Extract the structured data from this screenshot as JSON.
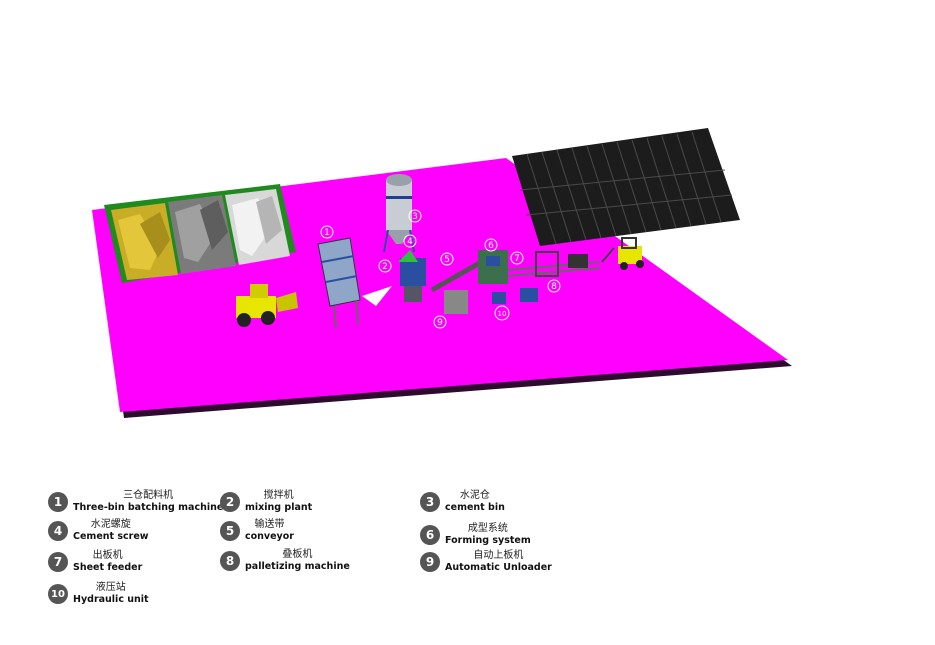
{
  "colors": {
    "floor": "#ff00ff",
    "floor_shadow": "#3a0b3a",
    "storage_frame": "#1f8a1f",
    "sand_yellow": "#c9ad27",
    "sand_grey": "#7a7a7a",
    "sand_white": "#d8d8d8",
    "pallet_stack": "#222222",
    "loader_yellow": "#e8e600",
    "machine_blue": "#2a4fa0"
  },
  "markers": [
    "1",
    "2",
    "3",
    "4",
    "5",
    "6",
    "7",
    "8",
    "9",
    "10"
  ],
  "legend": [
    {
      "num": "1",
      "cn": "三仓配料机",
      "en": "Three-bin batching machine"
    },
    {
      "num": "2",
      "cn": "搅拌机",
      "en": "mixing plant"
    },
    {
      "num": "3",
      "cn": "水泥仓",
      "en": "cement bin"
    },
    {
      "num": "4",
      "cn": "水泥螺旋",
      "en": "Cement screw"
    },
    {
      "num": "5",
      "cn": "输送带",
      "en": "conveyor"
    },
    {
      "num": "6",
      "cn": "成型系统",
      "en": "Forming system"
    },
    {
      "num": "7",
      "cn": "出板机",
      "en": "Sheet feeder"
    },
    {
      "num": "8",
      "cn": "叠板机",
      "en": "palletizing machine"
    },
    {
      "num": "9",
      "cn": "自动上板机",
      "en": "Automatic Unloader"
    },
    {
      "num": "10",
      "cn": "液压站",
      "en": "Hydraulic unit"
    }
  ]
}
